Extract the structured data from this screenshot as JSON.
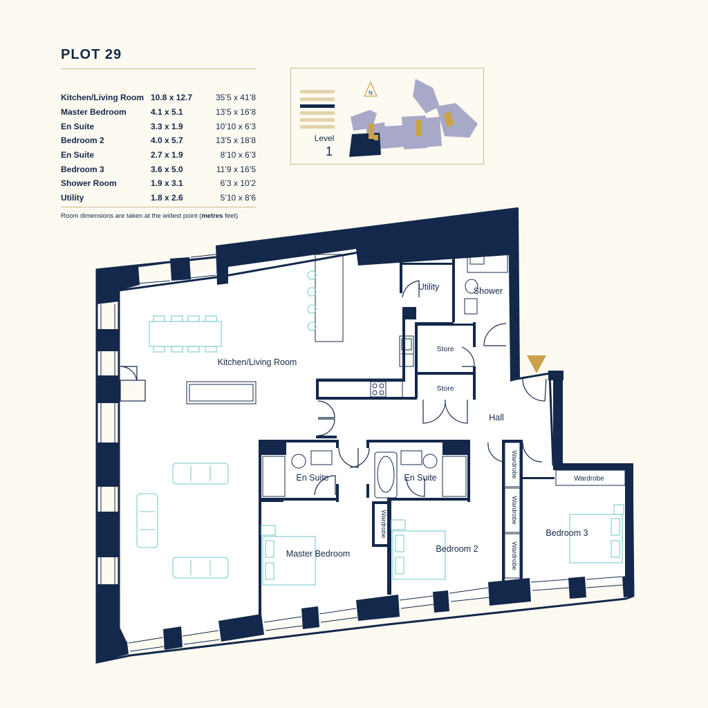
{
  "plot_title": "PLOT 29",
  "schedule": [
    {
      "room": "Kitchen/Living Room",
      "metres": "10.8 x 12.7",
      "feet": "35’5 x 41’8"
    },
    {
      "room": "Master Bedroom",
      "metres": "4.1 x 5.1",
      "feet": "13’5 x 16’8"
    },
    {
      "room": "En Suite",
      "metres": "3.3 x 1.9",
      "feet": "10’10 x 6’3"
    },
    {
      "room": "Bedroom 2",
      "metres": "4.0 x 5.7",
      "feet": "13’5 x 18’8"
    },
    {
      "room": "En Suite",
      "metres": "2.7 x 1.9",
      "feet": "8’10 x 6’3"
    },
    {
      "room": "Bedroom 3",
      "metres": "3.6 x 5.0",
      "feet": "11’9 x 16’5"
    },
    {
      "room": "Shower Room",
      "metres": "1.9 x 3.1",
      "feet": "6’3 x 10’2"
    },
    {
      "room": "Utility",
      "metres": "1.8 x 2.6",
      "feet": "5’10 x 8’6"
    }
  ],
  "note": {
    "prefix": "Room dimensions are taken at the widest point (",
    "metres": "metres",
    "suffix": " feet)"
  },
  "keyplan": {
    "level_label": "Level",
    "level_number": "1",
    "north_label": "N"
  },
  "plan_labels": {
    "kitchen_living": "Kitchen/Living Room",
    "utility": "Utility",
    "shower": "Shower",
    "store_1": "Store",
    "store_2": "Store",
    "hall": "Hall",
    "en_suite_1": "En Suite",
    "en_suite_2": "En Suite",
    "master_bedroom": "Master Bedroom",
    "bedroom_2": "Bedroom 2",
    "bedroom_3": "Bedroom 3",
    "wardrobe_master": "Wardrobe",
    "wardrobe_a": "Wardrobe",
    "wardrobe_b": "Wardrobe",
    "wardrobe_c": "Wardrobe",
    "wardrobe_bed3": "Wardrobe"
  },
  "colors": {
    "wall": "#13284a",
    "accent_gold": "#c9a24a",
    "furniture": "#8fd3d6",
    "keyplan_blocks": "#a8a9c8",
    "background": "#fdfaf2"
  }
}
